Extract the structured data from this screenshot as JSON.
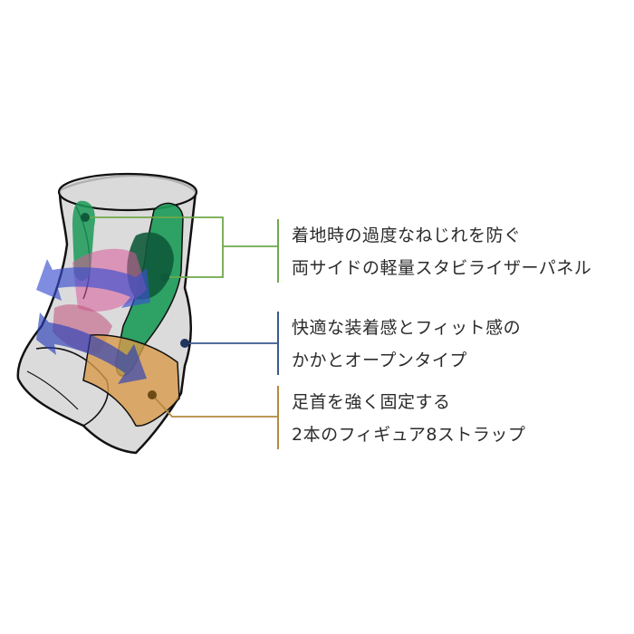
{
  "colors": {
    "stabilizer": "#6fa84a",
    "heel": "#3b5a8f",
    "strap": "#b38a3e",
    "green_panel": "#1b9a58",
    "dark_green": "#0f5a3a",
    "orange_strap": "#d89a4a",
    "arrow_blue": "#3b4fd0",
    "pink": "#d85a9a",
    "sleeve": "#c9c9c9"
  },
  "callouts": [
    {
      "key": "stabilizer",
      "lines": [
        "着地時の過度なねじれを防ぐ",
        "両サイドの軽量スタビライザーパネル"
      ]
    },
    {
      "key": "heel",
      "lines": [
        "快適な装着感とフィット感の",
        "かかとオープンタイプ"
      ]
    },
    {
      "key": "strap",
      "lines": [
        "足首を強く固定する",
        "2本のフィギュア8ストラップ"
      ]
    }
  ]
}
